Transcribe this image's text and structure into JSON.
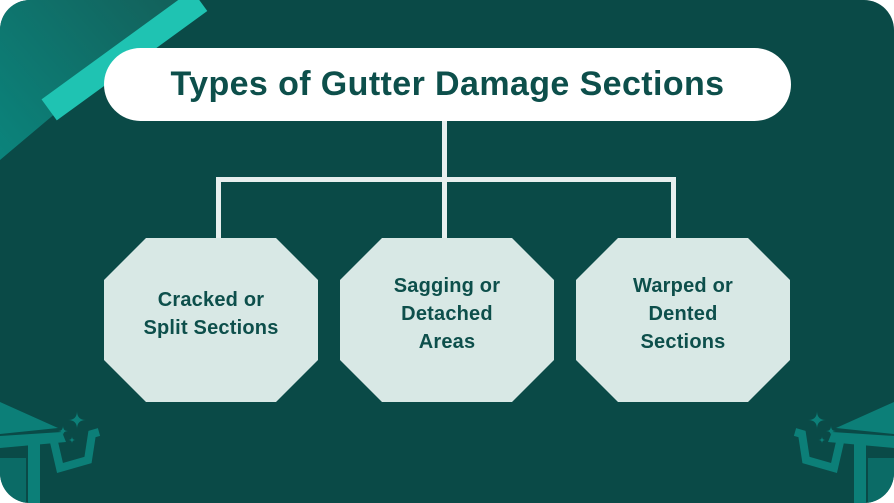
{
  "page": {
    "title": "Types of Gutter Damage Sections"
  },
  "diagram": {
    "type": "flowchart",
    "root_label": "Types of Gutter Damage Sections",
    "nodes": [
      {
        "label": "Cracked or\nSplit Sections"
      },
      {
        "label": "Sagging or\nDetached\nAreas"
      },
      {
        "label": "Warped or\nDented\nSections"
      }
    ]
  },
  "colors": {
    "background": "#0a4a47",
    "box_fill": "#d8e8e5",
    "text": "#0d4f4b",
    "connector": "#e7efee",
    "accent_stripe": "#1fc3b2",
    "icon_teal": "#0c7f78",
    "icon_teal_dark": "#0b6b66",
    "pill_fill": "#ffffff"
  }
}
